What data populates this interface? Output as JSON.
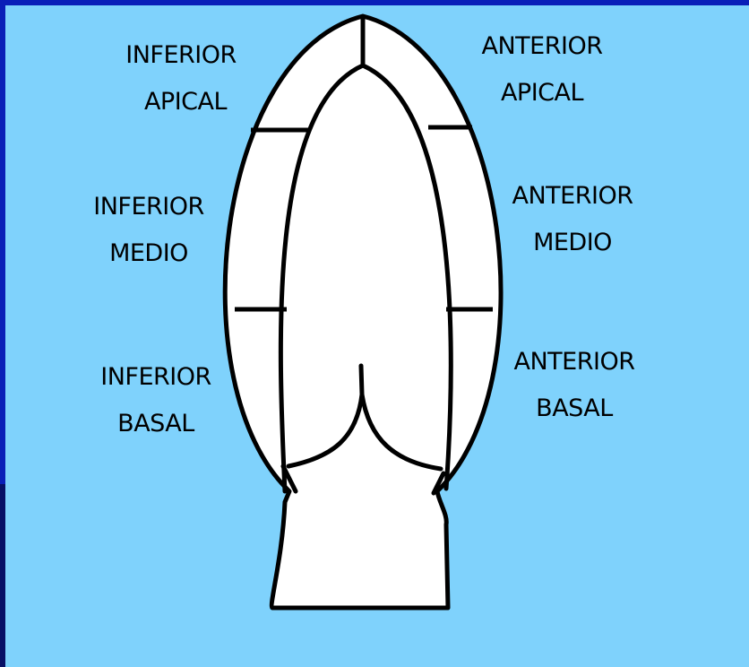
{
  "colors": {
    "background": "#7fd2fc",
    "border": "#0a1fb8",
    "heart": "#ffffff",
    "outline": "#000000"
  },
  "labels": {
    "inferior_apical": {
      "line1": "INFERIOR",
      "line2": "APICAL"
    },
    "anterior_apical": {
      "line1": "ANTERIOR",
      "line2": "APICAL"
    },
    "inferior_medio": {
      "line1": "INFERIOR",
      "line2": "MEDIO"
    },
    "anterior_medio": {
      "line1": "ANTERIOR",
      "line2": "MEDIO"
    },
    "inferior_basal": {
      "line1": "INFERIOR",
      "line2": "BASAL"
    },
    "anterior_basal": {
      "line1": "ANTERIOR",
      "line2": "BASAL"
    }
  }
}
